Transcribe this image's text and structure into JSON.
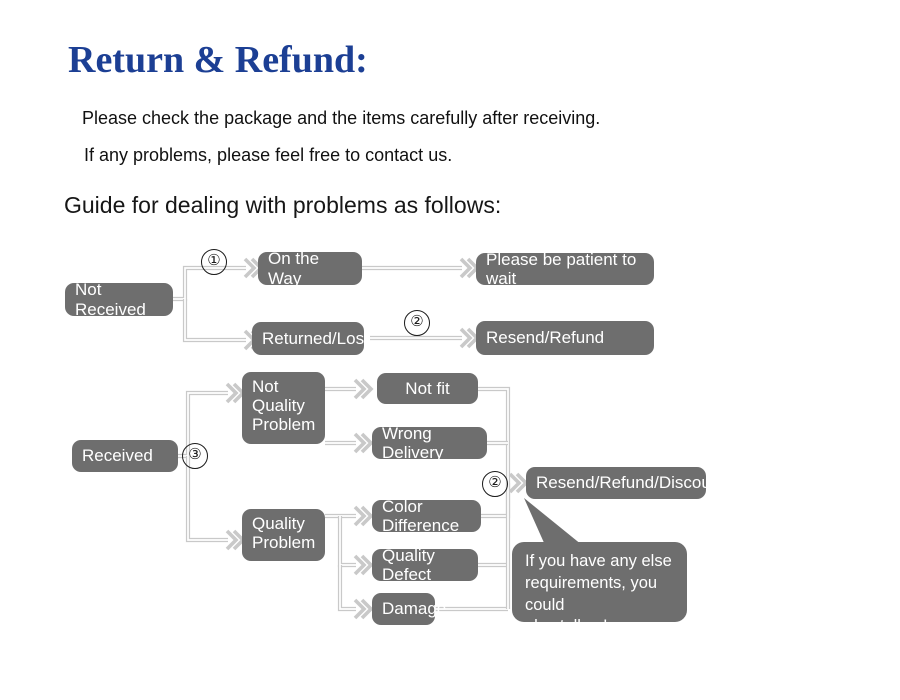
{
  "header": {
    "title": "Return & Refund:",
    "title_color": "#1c3f94",
    "intro_line_1": "Please check the package and the items carefully after receiving.",
    "intro_line_2": "If any problems, please feel free to contact us.",
    "guide_line": "Guide for dealing with problems as follows:"
  },
  "theme": {
    "node_fill": "#6e6e6e",
    "node_text": "#ffffff",
    "connector": "#c9c9c9",
    "background": "#ffffff"
  },
  "flowchart": {
    "nodes": {
      "not_received": "Not Received",
      "on_the_way": "On the Way",
      "returned_lost": "Returned/Lost",
      "please_wait": "Please be patient to wait",
      "resend_refund": "Resend/Refund",
      "received": "Received",
      "not_quality_problem": "Not\nQuality\nProblem",
      "quality_problem": "Quality\nProblem",
      "not_fit": "Not fit",
      "wrong_delivery": "Wrong Delivery",
      "color_difference": "Color Difference",
      "quality_defect": "Quality Defect",
      "damage": "Damage",
      "resend_refund_discount": "Resend/Refund/Discount"
    },
    "markers": {
      "one": "①",
      "two_top": "②",
      "three": "③",
      "two_bottom": "②"
    },
    "callout": "If you have any else\nrequirements, you could\nalso tell us!"
  }
}
